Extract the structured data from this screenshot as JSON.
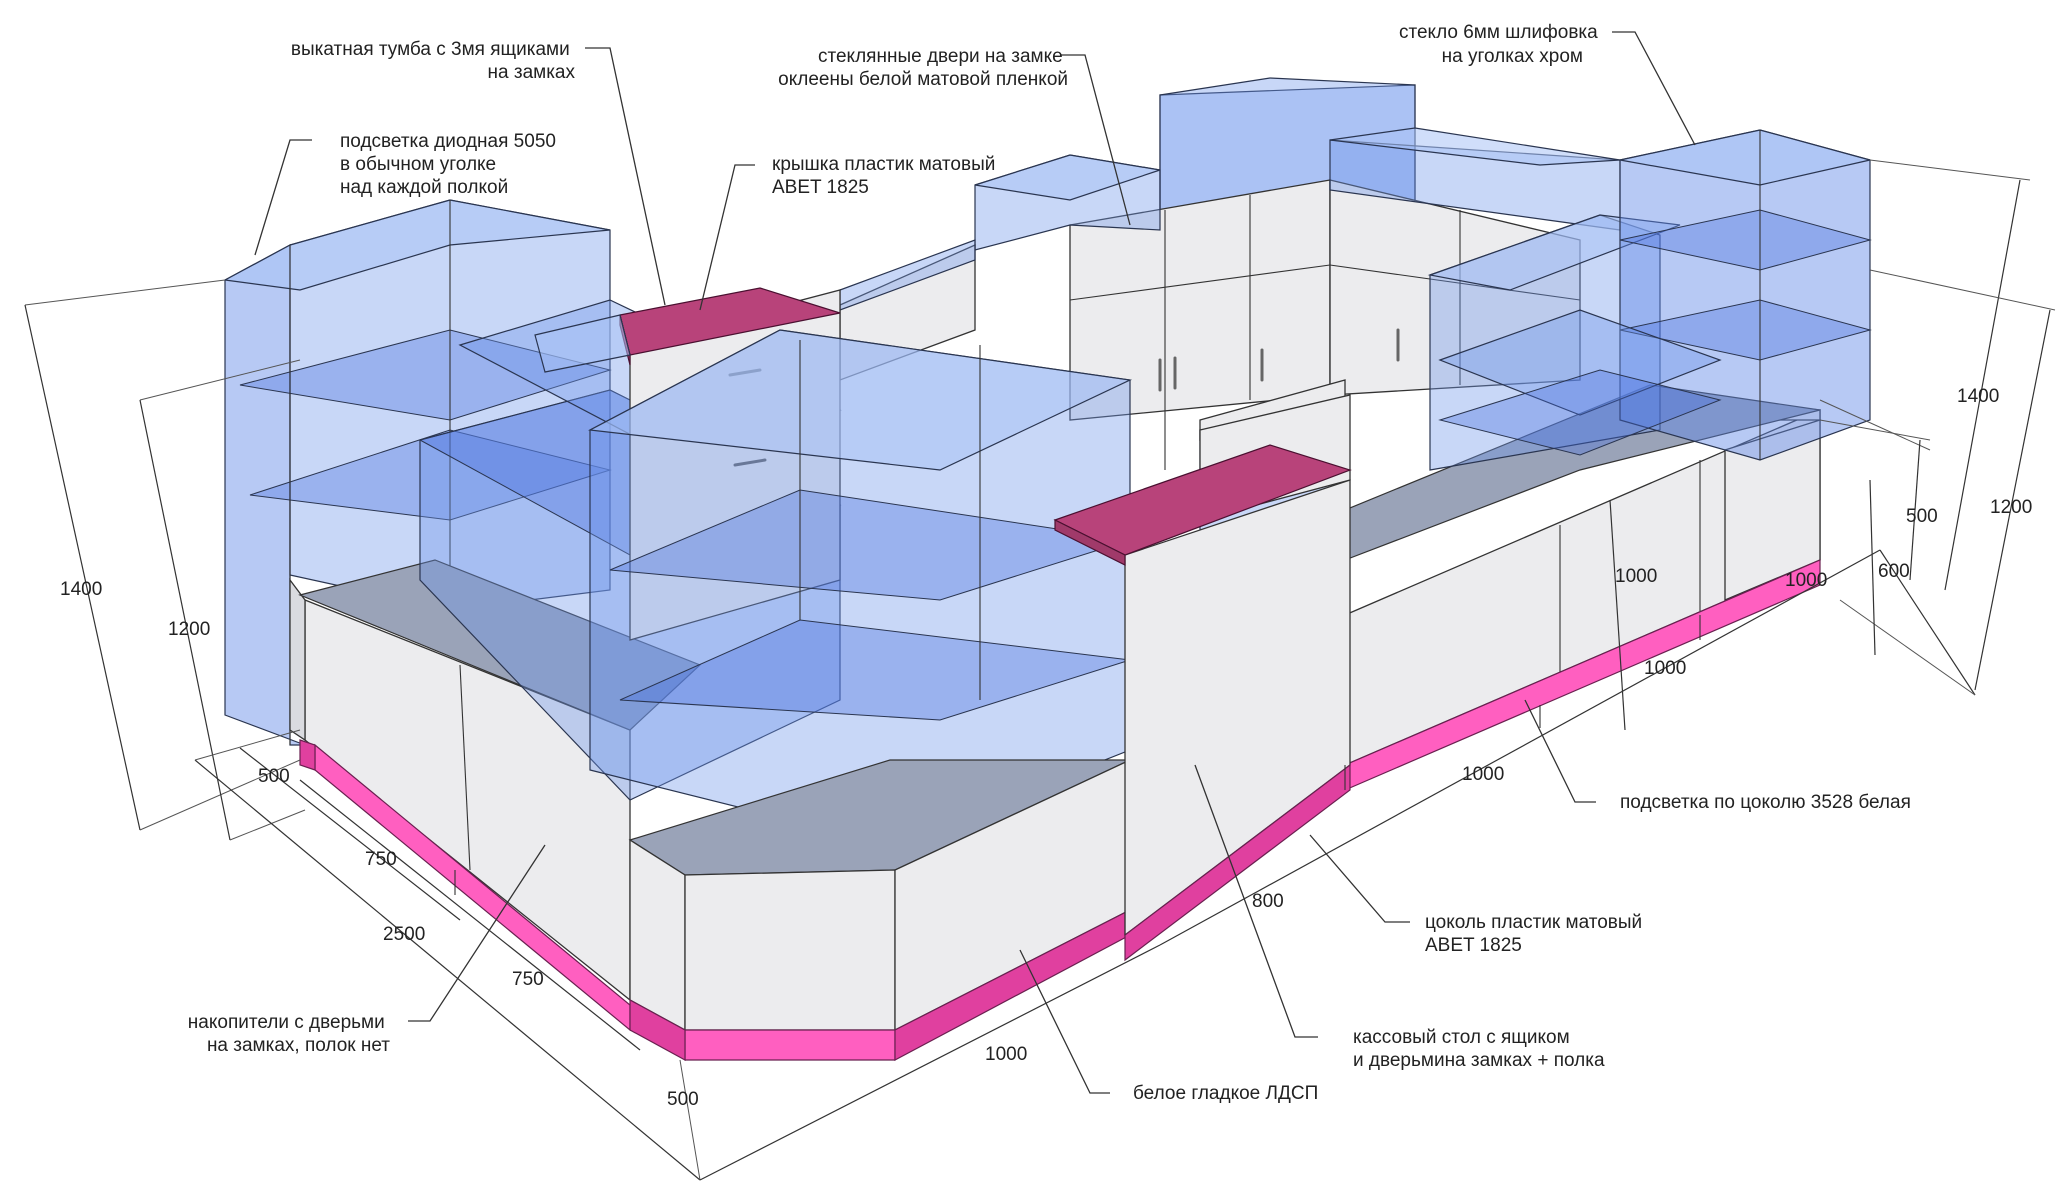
{
  "colors": {
    "plinth": "#ff5fc0",
    "plinth_dark": "#e0409f",
    "lid": "#b8437a",
    "glass": "#6e96eb",
    "body": "#ececee"
  },
  "annotations": {
    "drawer_unit": [
      "выкатная тумба с 3мя ящиками",
      "на замках"
    ],
    "led_strip": [
      "подсветка диодная 5050",
      "в обычном уголке",
      "над каждой полкой"
    ],
    "lid": [
      "крышка пластик матовый",
      "ABET 1825"
    ],
    "glass_doors": [
      "стеклянные двери на замке",
      "оклеены белой матовой пленкой"
    ],
    "glass": [
      "стекло 6мм шлифовка",
      "на уголках хром"
    ],
    "plinth_light": [
      "подсветка по цоколю 3528 белая"
    ],
    "plinth": [
      "цоколь пластик матовый",
      "ABET 1825"
    ],
    "cash_desk": [
      "кассовый стол с ящиком",
      "и дверьмина замках + полка"
    ],
    "chipboard": [
      "белое гладкое ЛДСП"
    ],
    "storage": [
      "накопители с дверьми",
      "на замках, полок нет"
    ]
  },
  "dimensions": {
    "left_total_height": "1400",
    "left_body_height": "1200",
    "left_500": "500",
    "left_750_a": "750",
    "left_2500": "2500",
    "left_750_b": "750",
    "left_500_b": "500",
    "front_1000": "1000",
    "front_800": "800",
    "right_1000_a": "1000",
    "right_1000_b": "1000",
    "right_1000_vert": "1000",
    "right_1000_c": "1000",
    "right_600": "600",
    "right_500": "500",
    "right_1400": "1400",
    "right_1200": "1200"
  }
}
